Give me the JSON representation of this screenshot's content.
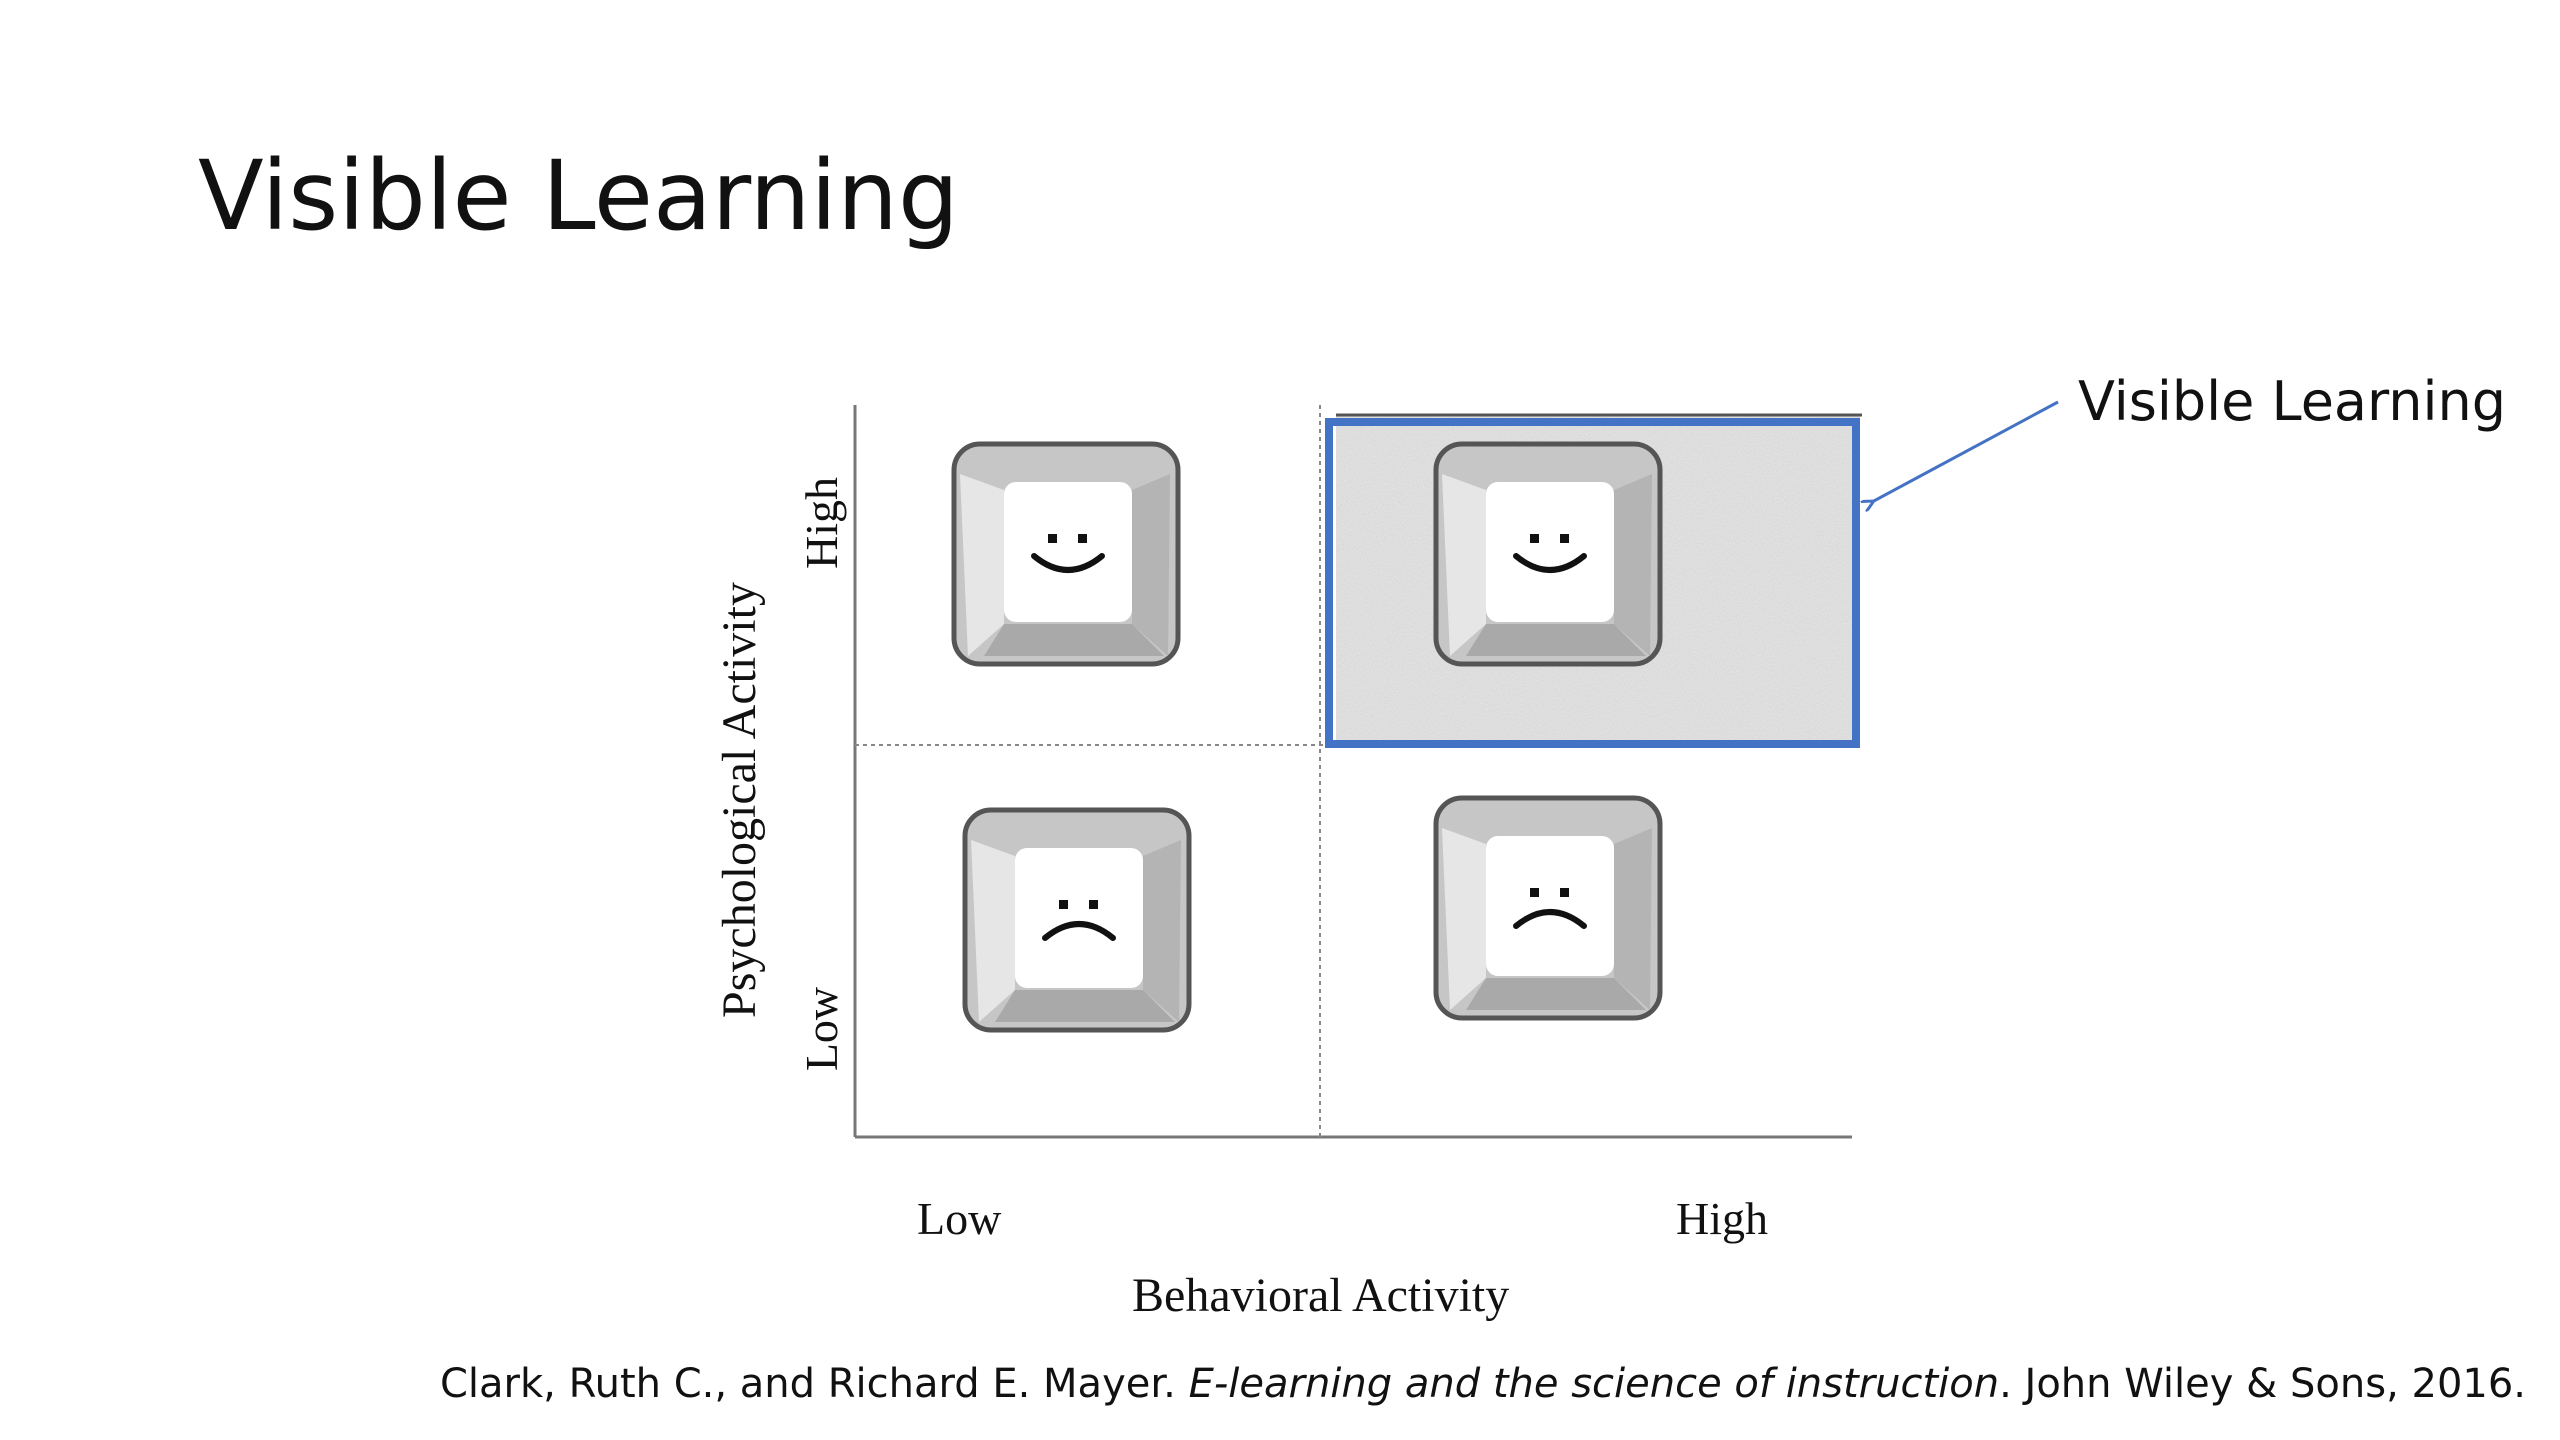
{
  "slide": {
    "title": "Visible Learning"
  },
  "diagram": {
    "x_axis": {
      "title": "Behavioral Activity",
      "ticks": [
        "Low",
        "High"
      ]
    },
    "y_axis": {
      "title": "Psychological Activity",
      "ticks": [
        "Low",
        "High"
      ]
    },
    "quadrants": [
      {
        "behavioral": "Low",
        "psychological": "High",
        "face": "smile-face-icon"
      },
      {
        "behavioral": "High",
        "psychological": "High",
        "face": "smile-face-icon",
        "highlighted": true
      },
      {
        "behavioral": "Low",
        "psychological": "Low",
        "face": "frown-face-icon"
      },
      {
        "behavioral": "High",
        "psychological": "Low",
        "face": "frown-face-icon"
      }
    ],
    "callout": {
      "label": "Visible Learning",
      "color": "#4472c4"
    }
  },
  "citation": {
    "authors": "Clark, Ruth C., and Richard E. Mayer. ",
    "book": "E-learning and the science of instruction",
    "publisher": ". John Wiley & Sons, 2016."
  }
}
